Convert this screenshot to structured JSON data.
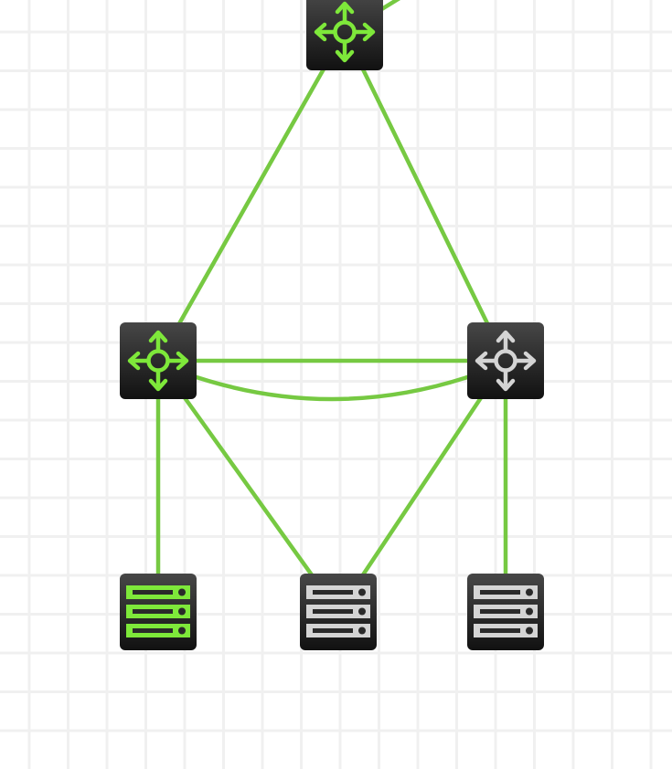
{
  "colors": {
    "link": "#76c942",
    "active": "#7ee83a",
    "inactive": "#d4d4d4",
    "grid": "#f0f0f0",
    "node_top": "#474747",
    "node_bottom": "#111111"
  },
  "nodes": [
    {
      "id": "router-top",
      "type": "router",
      "status": "active"
    },
    {
      "id": "router-left",
      "type": "router",
      "status": "active"
    },
    {
      "id": "router-right",
      "type": "router",
      "status": "inactive"
    },
    {
      "id": "server-left",
      "type": "server",
      "status": "active"
    },
    {
      "id": "server-middle",
      "type": "server",
      "status": "inactive"
    },
    {
      "id": "server-right",
      "type": "server",
      "status": "inactive"
    }
  ],
  "links": [
    {
      "from": "router-top",
      "to": "offscreen",
      "shape": "straight"
    },
    {
      "from": "router-top",
      "to": "router-left",
      "shape": "straight"
    },
    {
      "from": "router-top",
      "to": "router-right",
      "shape": "straight"
    },
    {
      "from": "router-left",
      "to": "router-right",
      "shape": "straight"
    },
    {
      "from": "router-left",
      "to": "router-right",
      "shape": "curved"
    },
    {
      "from": "router-left",
      "to": "server-left",
      "shape": "straight"
    },
    {
      "from": "router-left",
      "to": "server-middle",
      "shape": "straight"
    },
    {
      "from": "router-right",
      "to": "server-middle",
      "shape": "straight"
    },
    {
      "from": "router-right",
      "to": "server-right",
      "shape": "straight"
    }
  ]
}
